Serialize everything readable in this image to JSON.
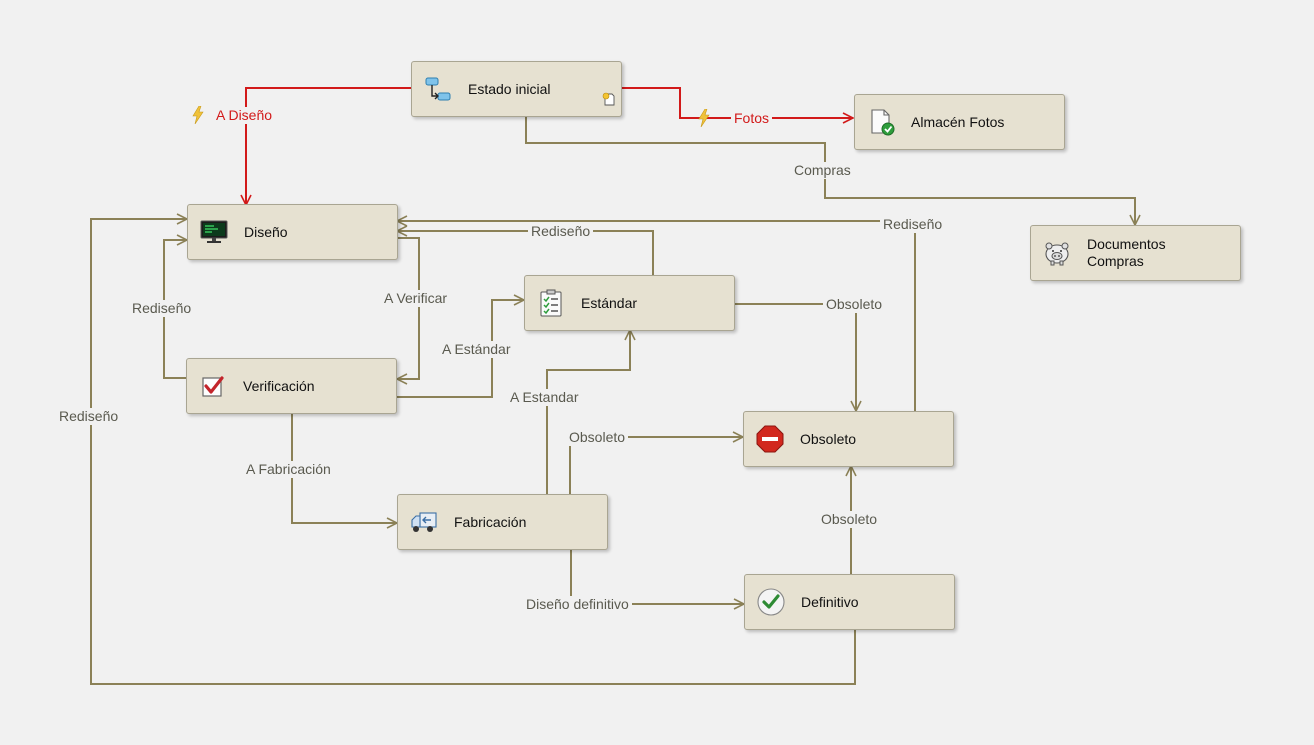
{
  "colors": {
    "background": "#f1f1f1",
    "node_fill": "#e6e1d1",
    "node_border": "#a9a592",
    "connector": "#8b8157",
    "initial_connector": "#d21a1a",
    "label_text": "#5a5a4f",
    "initial_label_text": "#d21a1a"
  },
  "nodes": {
    "estado_inicial": {
      "label": "Estado inicial",
      "icon": "workflow-start-icon"
    },
    "almacen_fotos": {
      "label": "Almacén Fotos",
      "icon": "document-check-icon"
    },
    "documentos_compras": {
      "label": "Documentos\nCompras",
      "icon": "piggy-bank-icon"
    },
    "diseno": {
      "label": "Diseño",
      "icon": "monitor-icon"
    },
    "estandar": {
      "label": "Estándar",
      "icon": "checklist-icon"
    },
    "verificacion": {
      "label": "Verificación",
      "icon": "checkbox-checked-icon"
    },
    "obsoleto": {
      "label": "Obsoleto",
      "icon": "stop-sign-icon"
    },
    "fabricacion": {
      "label": "Fabricación",
      "icon": "delivery-truck-icon"
    },
    "definitivo": {
      "label": "Definitivo",
      "icon": "green-check-icon"
    }
  },
  "transitions": {
    "a_diseno": "A Diseño",
    "fotos": "Fotos",
    "compras": "Compras",
    "rediseno_from_obsoleto": "Rediseño",
    "rediseno_from_estandar": "Rediseño",
    "rediseno_from_verificacion": "Rediseño",
    "rediseno_from_definitivo": "Rediseño",
    "a_verificar": "A Verificar",
    "a_estandar_from_verificacion": "A Estándar",
    "a_estandar_from_fabricacion": "A Estandar",
    "obsoleto_from_estandar": "Obsoleto",
    "obsoleto_from_fabricacion": "Obsoleto",
    "obsoleto_from_definitivo": "Obsoleto",
    "a_fabricacion": "A Fabricación",
    "diseno_definitivo": "Diseño definitivo"
  },
  "markers": {
    "auto_transition_icon": "lightning-bolt-icon",
    "new_item_icon": "new-document-icon"
  }
}
